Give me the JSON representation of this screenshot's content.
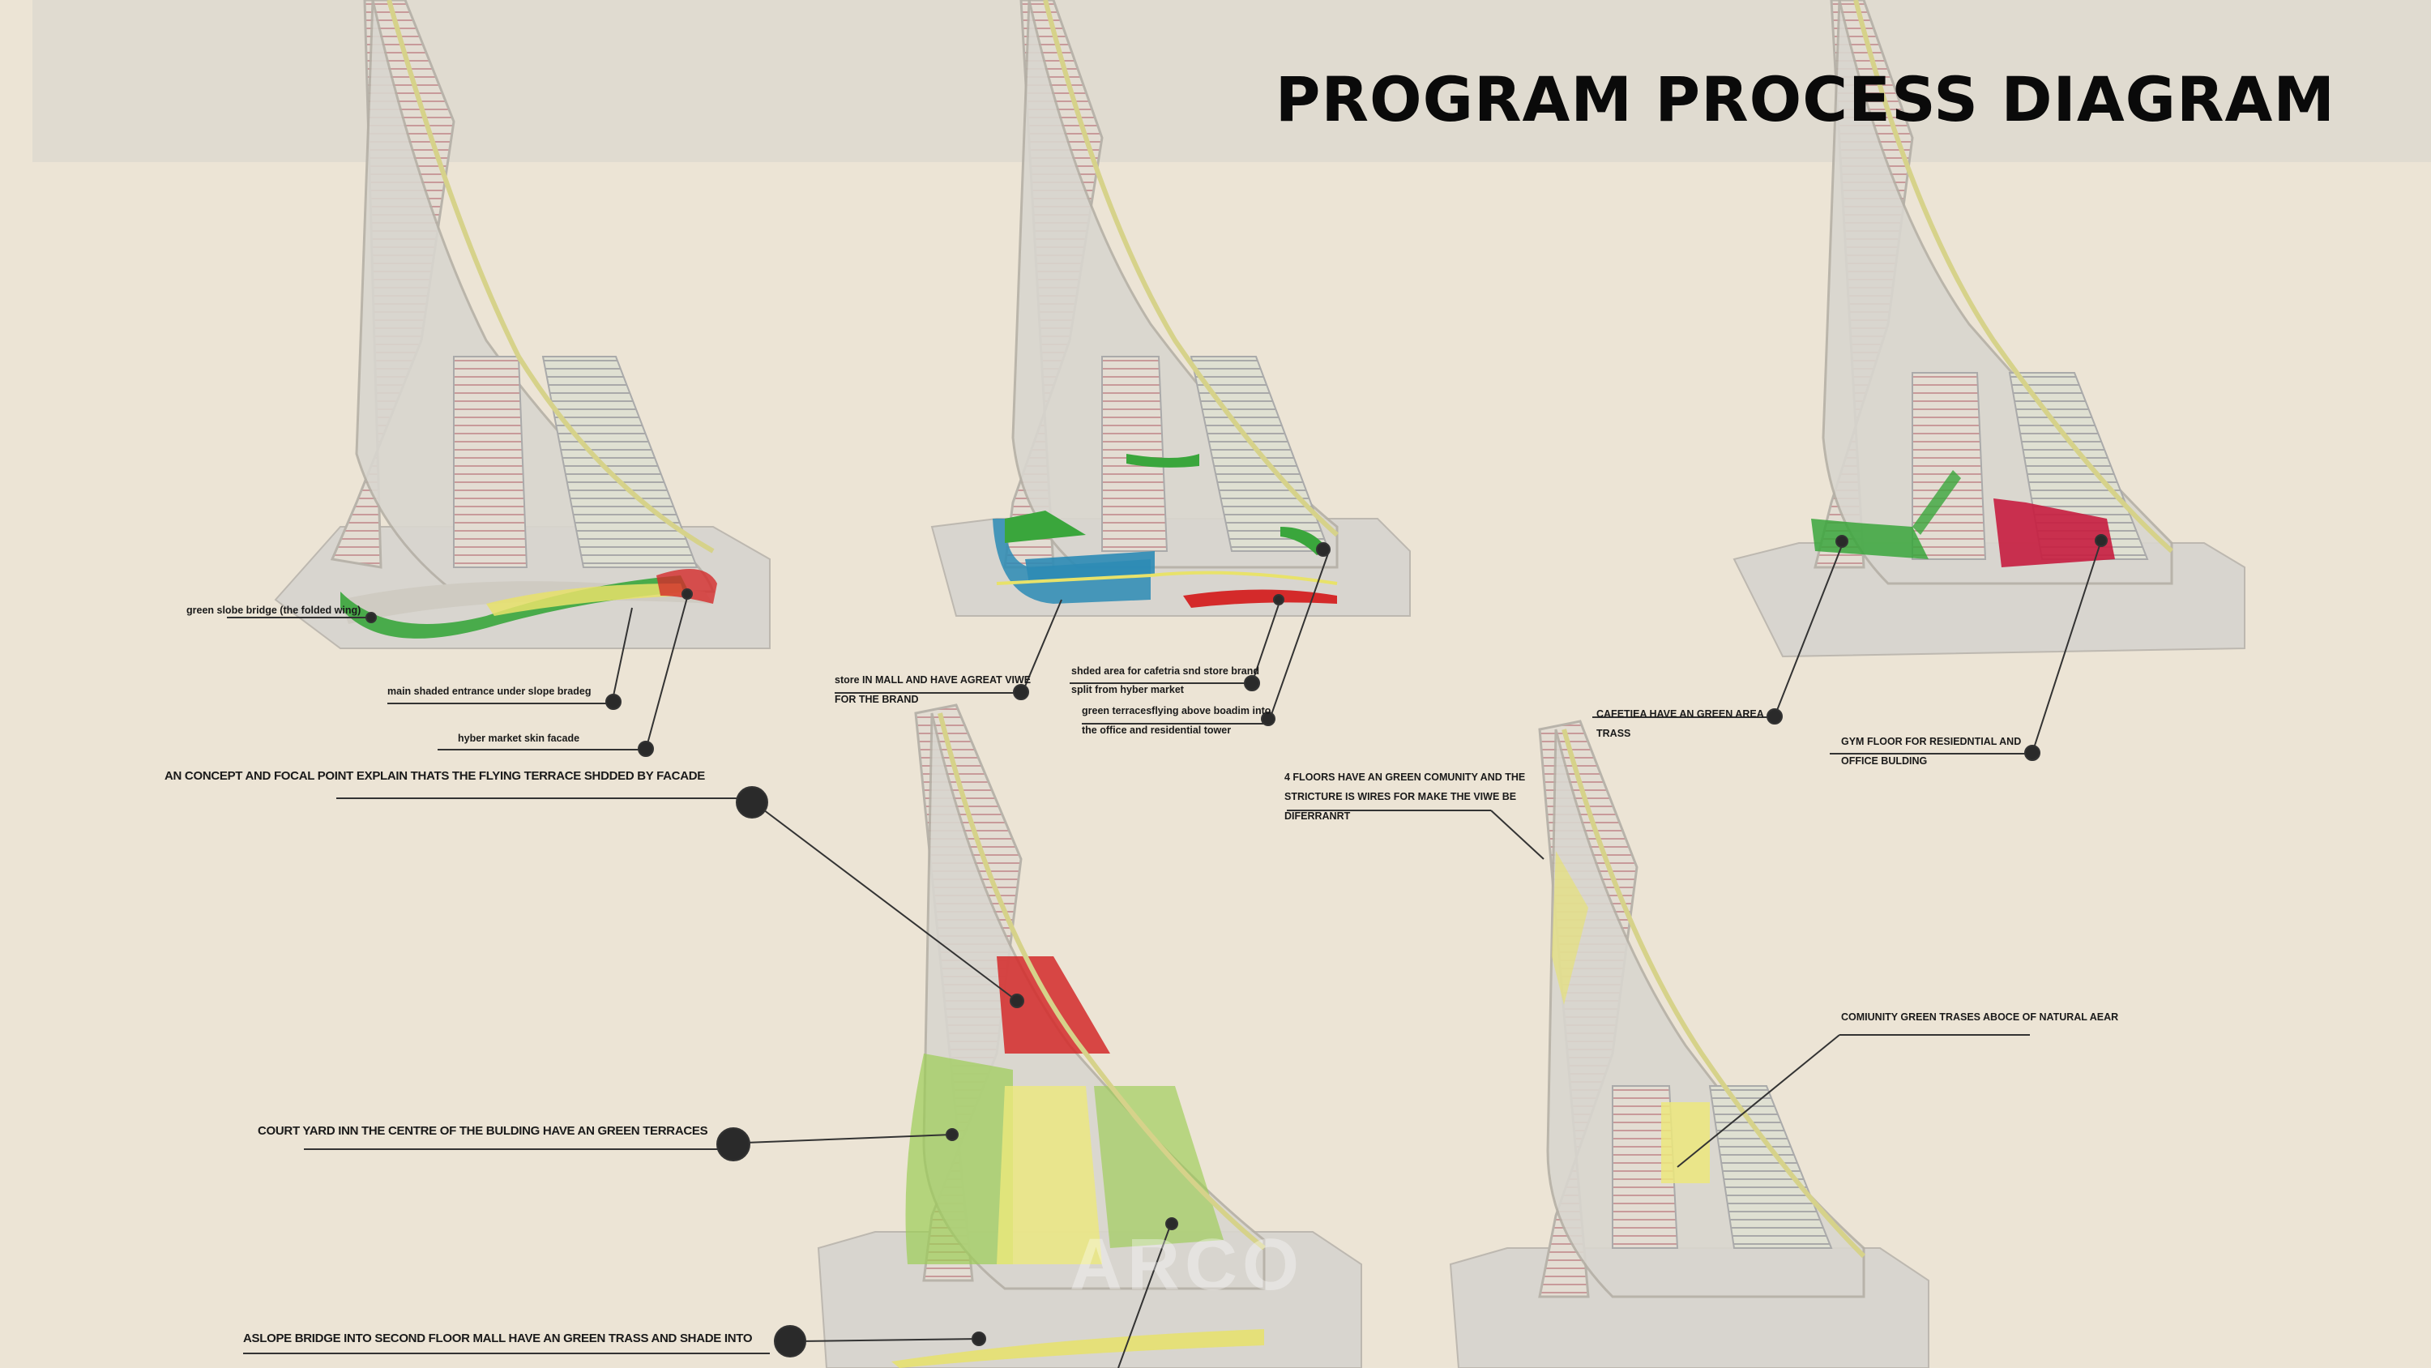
{
  "title": "PROGRAM PROCESS DIAGRAM",
  "colors": {
    "background": "#ece4d5",
    "header_band": "#e0dbd0",
    "green": "#3aa63c",
    "red": "#d42a2a",
    "blue": "#2c8bb5",
    "yellow": "#e8e26a",
    "light_green": "#9ccd55"
  },
  "labels": {
    "d1_green_bridge": "green slobe bridge (the folded wing)",
    "d1_main_entrance": "main  shaded entrance under slope bradeg",
    "d1_hyber_market": "hyber market skin facade",
    "d2_store_line1": "store IN MALL AND HAVE AGREAT VIWE",
    "d2_store_line2": "FOR THE BRAND",
    "d2_shaded_area": "shded area for cafetria snd store brand",
    "d2_split": "split from hyber market",
    "d2_green_terraces_line1": "green terracesflying above boadim into",
    "d2_green_terraces_line2": "the office and residential tower",
    "d3_cafeteria_line1": "CAFETIEA HAVE AN GREEN AREA",
    "d3_cafeteria_line2": "TRASS",
    "d3_gym_line1": "GYM   FLOOR FOR RESIEDNTIAL AND",
    "d3_gym_line2": "OFFICE BULDING",
    "d4_concept": "AN CONCEPT AND FOCAL POINT EXPLAIN THATS THE FLYING TERRACE SHDDED BY FACADE",
    "d4_court_yard": "COURT YARD INN THE CENTRE OF THE BULDING HAVE AN GREEN TERRACES",
    "d4_slope_bridge": "ASLOPE BRIDGE INTO SECOND FLOOR MALL HAVE AN GREEN TRASS AND SHADE INTO",
    "d5_floors_line1": "4 FLOORS HAVE AN GREEN COMUNITY AND THE",
    "d5_floors_line2": "STRICTURE IS WIRES FOR MAKE THE VIWE BE",
    "d5_floors_line3": "DIFERRANRT",
    "d5_community": "COMIUNITY GREEN TRASES ABOCE OF NATURAL AEAR"
  }
}
